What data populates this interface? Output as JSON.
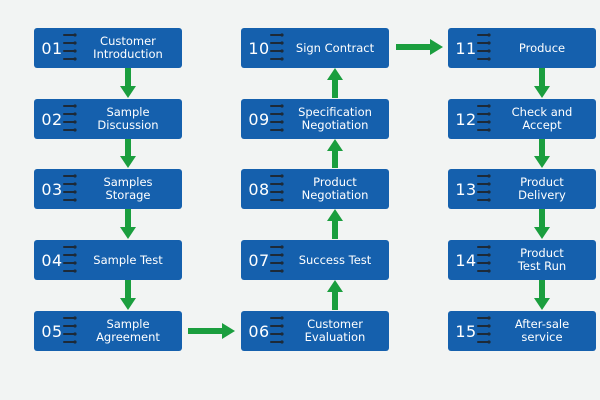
{
  "colors": {
    "card": "#1560ad",
    "arrow": "#1b9e3e",
    "text": "#ffffff",
    "background": "#f2f4f3"
  },
  "steps": [
    {
      "num": "01",
      "label": "Customer\nIntroduction"
    },
    {
      "num": "02",
      "label": "Sample\nDiscussion"
    },
    {
      "num": "03",
      "label": "Samples\nStorage"
    },
    {
      "num": "04",
      "label": "Sample Test"
    },
    {
      "num": "05",
      "label": "Sample\nAgreement"
    },
    {
      "num": "06",
      "label": "Customer\nEvaluation"
    },
    {
      "num": "07",
      "label": "Success Test"
    },
    {
      "num": "08",
      "label": "Product\nNegotiation"
    },
    {
      "num": "09",
      "label": "Specification\nNegotiation"
    },
    {
      "num": "10",
      "label": "Sign Contract"
    },
    {
      "num": "11",
      "label": "Produce"
    },
    {
      "num": "12",
      "label": "Check and\nAccept"
    },
    {
      "num": "13",
      "label": "Product\nDelivery"
    },
    {
      "num": "14",
      "label": "Product\nTest Run"
    },
    {
      "num": "15",
      "label": "After-sale\nservice"
    }
  ],
  "arrow_icon": "green-arrow-icon",
  "ring_icon": "binder-ring-icon"
}
